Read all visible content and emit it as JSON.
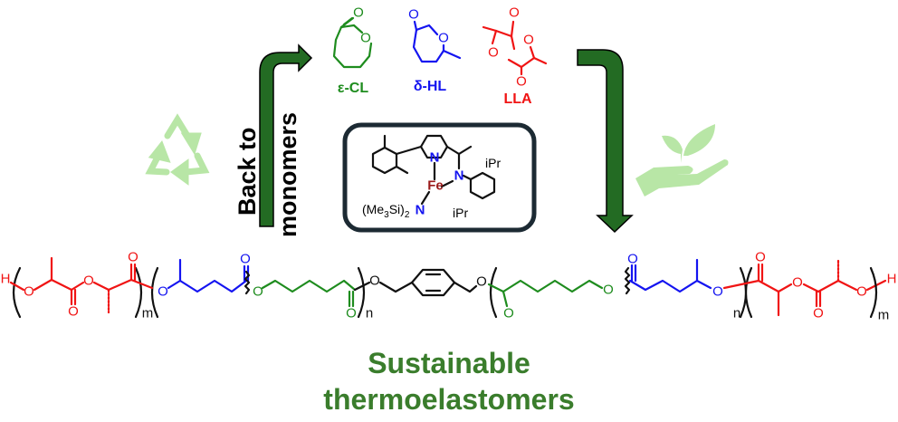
{
  "monomers": [
    {
      "label": "ε-CL",
      "color": "#1e8c1e"
    },
    {
      "label": "δ-HL",
      "color": "#1414f0"
    },
    {
      "label": "LLA",
      "color": "#f01414"
    }
  ],
  "arrow_left_text": [
    "Back to",
    "monomers"
  ],
  "catalyst": {
    "metal": "Fe",
    "n_atom": "N",
    "amide": "(Me",
    "amide_sub": "3",
    "amide_si": "Si)",
    "amide_sub2": "2",
    "ipr": "iPr"
  },
  "atoms": {
    "O": "O",
    "H": "H"
  },
  "subscripts": {
    "m": "m",
    "n": "n"
  },
  "title": [
    "Sustainable",
    "thermoelastomers"
  ],
  "colors": {
    "arrow": "#236b23",
    "title": "#3a7d2c",
    "icon": "#b8e6a6"
  },
  "icons": [
    "recycle-icon",
    "plant-in-hand-icon"
  ]
}
